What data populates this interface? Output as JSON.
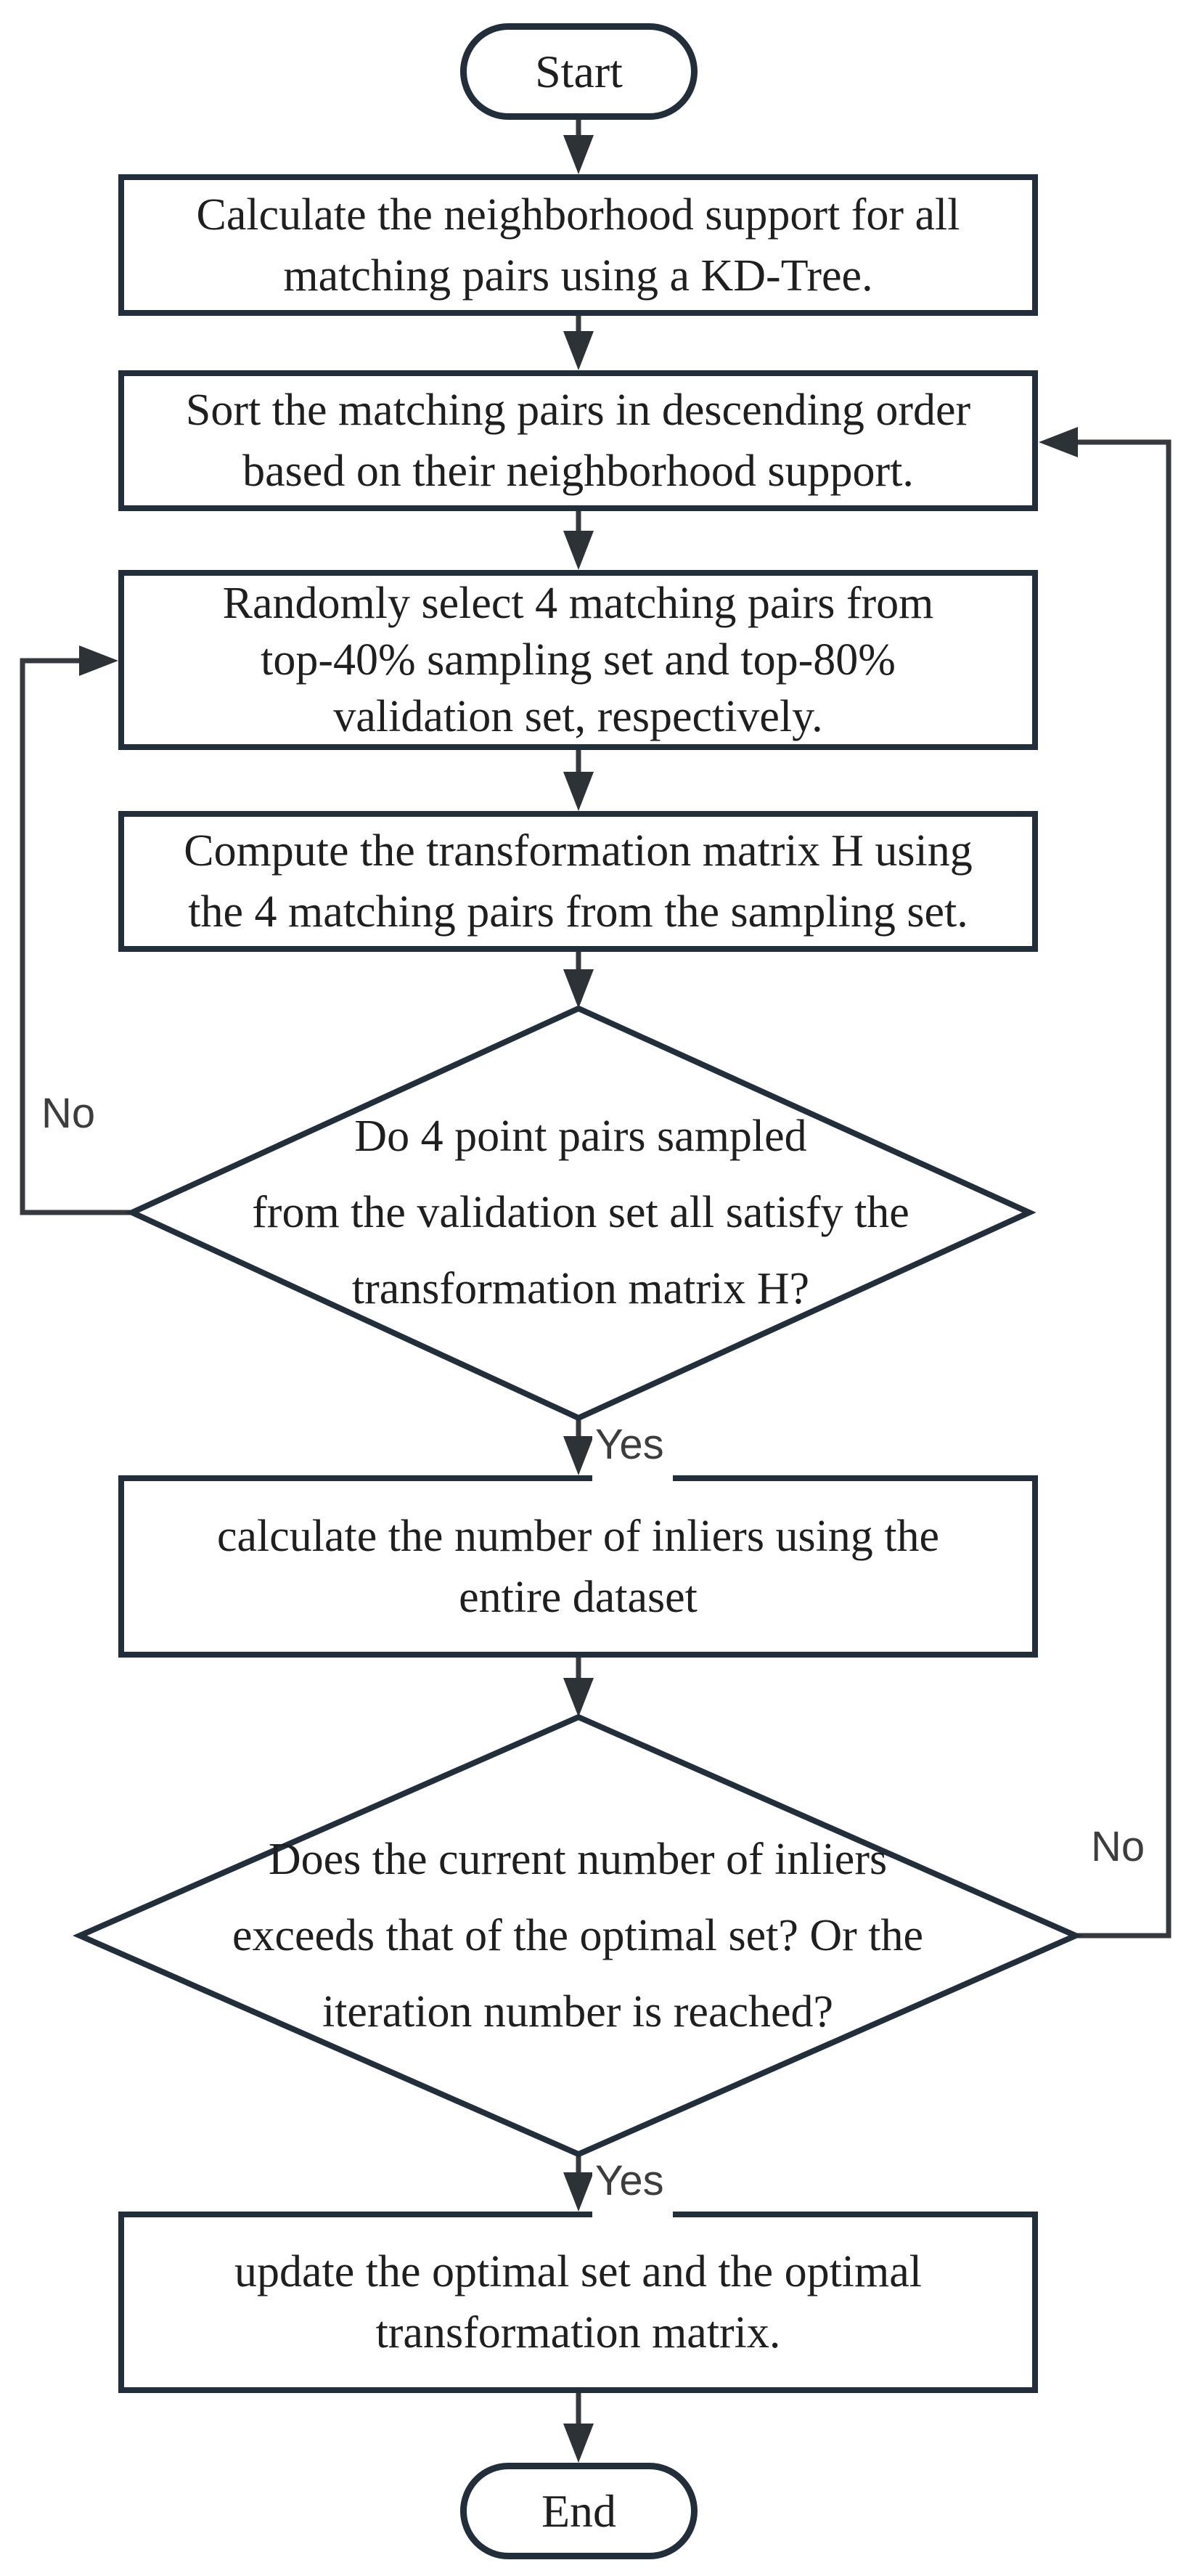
{
  "flowchart": {
    "title": "Improved RANSAC matching flowchart",
    "nodes": [
      {
        "id": "start",
        "type": "terminator",
        "text": "Start"
      },
      {
        "id": "calc-support",
        "type": "process",
        "text": "Calculate the neighborhood support for all\nmatching pairs using a KD-Tree."
      },
      {
        "id": "sort-pairs",
        "type": "process",
        "text": "Sort the matching pairs in descending order\nbased on their neighborhood support."
      },
      {
        "id": "random-select",
        "type": "process",
        "text": "Randomly select 4 matching pairs from\ntop-40% sampling set and top-80%\nvalidation set, respectively."
      },
      {
        "id": "compute-h",
        "type": "process",
        "text": "Compute the transformation matrix H using\nthe 4 matching pairs from the sampling set."
      },
      {
        "id": "validate-4-pairs",
        "type": "decision",
        "text": "Do 4 point pairs sampled\nfrom the validation set all satisfy the\ntransformation matrix H?"
      },
      {
        "id": "count-inliers",
        "type": "process",
        "text": "calculate the number of inliers using the\nentire dataset"
      },
      {
        "id": "check-optimal",
        "type": "decision",
        "text": "Does the current number of inliers\nexceeds that of the optimal set? Or the\niteration number is reached?"
      },
      {
        "id": "update-optimal",
        "type": "process",
        "text": "update the optimal set and the optimal\ntransformation matrix."
      },
      {
        "id": "end",
        "type": "terminator",
        "text": "End"
      }
    ],
    "edges": [
      {
        "from": "start",
        "to": "calc-support",
        "label": ""
      },
      {
        "from": "calc-support",
        "to": "sort-pairs",
        "label": ""
      },
      {
        "from": "sort-pairs",
        "to": "random-select",
        "label": ""
      },
      {
        "from": "random-select",
        "to": "compute-h",
        "label": ""
      },
      {
        "from": "compute-h",
        "to": "validate-4-pairs",
        "label": ""
      },
      {
        "from": "validate-4-pairs",
        "to": "random-select",
        "label": "No"
      },
      {
        "from": "validate-4-pairs",
        "to": "count-inliers",
        "label": "Yes"
      },
      {
        "from": "count-inliers",
        "to": "check-optimal",
        "label": ""
      },
      {
        "from": "check-optimal",
        "to": "sort-pairs",
        "label": "No"
      },
      {
        "from": "check-optimal",
        "to": "update-optimal",
        "label": "Yes"
      },
      {
        "from": "update-optimal",
        "to": "end",
        "label": ""
      }
    ]
  },
  "colors": {
    "stroke": "#232e3b",
    "wire": "#36393d",
    "arrow": "#2d3237",
    "text": "#1f1f1f",
    "label": "#3d3d3d",
    "bg": "#ffffff"
  }
}
